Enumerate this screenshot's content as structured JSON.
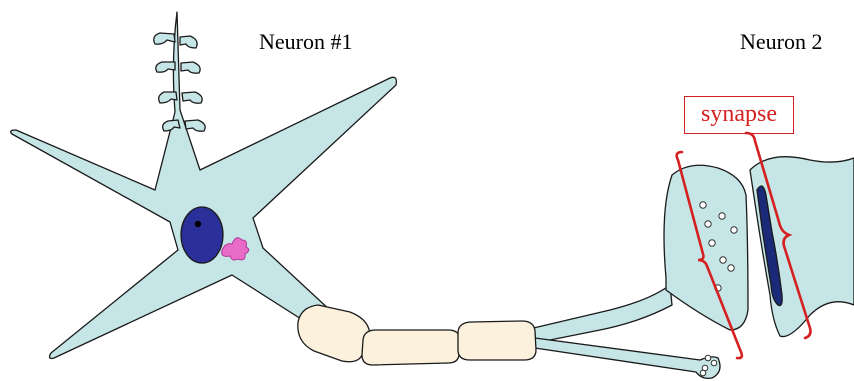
{
  "labels": {
    "neuron1": "Neuron #1",
    "neuron2": "Neuron 2",
    "synapse": "synapse"
  },
  "colors": {
    "cell_fill": "#c6e5e6",
    "outline": "#1a1a1a",
    "nucleus": "#2b2f9a",
    "nucleolus": "#000000",
    "organelle": "#e86bc8",
    "myelin": "#fbf1dc",
    "receptor": "#1a2a78",
    "synapse_marker": "#d42020"
  }
}
